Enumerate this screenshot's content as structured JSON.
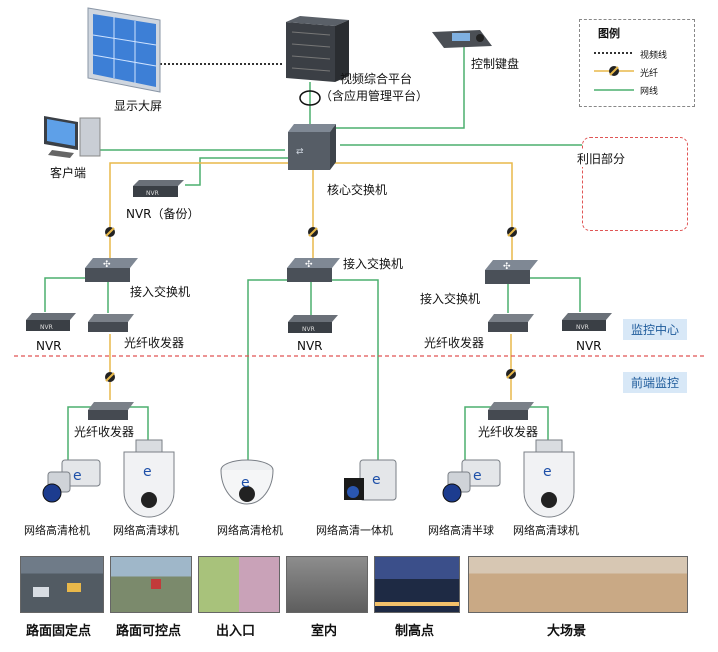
{
  "legend": {
    "title": "图例",
    "items": [
      {
        "label": "视频线",
        "line": "dotted",
        "color": "#333333"
      },
      {
        "label": "光纤",
        "line": "solid",
        "color": "#e8b94a"
      },
      {
        "label": "网线",
        "line": "solid",
        "color": "#4caf6e"
      }
    ]
  },
  "center": {
    "display_wall": "显示大屏",
    "video_platform_line1": "视频综合平台",
    "video_platform_line2": "（含应用管理平台）",
    "control_keyboard": "控制键盘",
    "client": "客户端",
    "core_switch": "核心交换机",
    "nvr_backup": "NVR（备份）",
    "reuse_section": "利旧部分"
  },
  "branches": {
    "left": {
      "switch": "接入交换机",
      "nvr": "NVR",
      "transceiver_top": "光纤收发器",
      "transceiver_bottom": "光纤收发器"
    },
    "middle": {
      "switch": "接入交换机",
      "nvr": "NVR"
    },
    "right": {
      "switch": "接入交换机",
      "nvr": "NVR",
      "transceiver_top": "光纤收发器",
      "transceiver_bottom": "光纤收发器"
    }
  },
  "zones": {
    "monitor_center": "监控中心",
    "frontend": "前端监控"
  },
  "cameras": [
    "网络高清枪机",
    "网络高清球机",
    "网络高清枪机",
    "网络高清一体机",
    "网络高清半球",
    "网络高清球机"
  ],
  "scenes": [
    "路面固定点",
    "路面可控点",
    "出入口",
    "室内",
    "制高点",
    "大场景"
  ],
  "colors": {
    "fiber": "#e8b94a",
    "lan": "#4caf6e",
    "video": "#333333",
    "zone_divider": "#e05555",
    "zone_bg": "#d8e8f7"
  }
}
